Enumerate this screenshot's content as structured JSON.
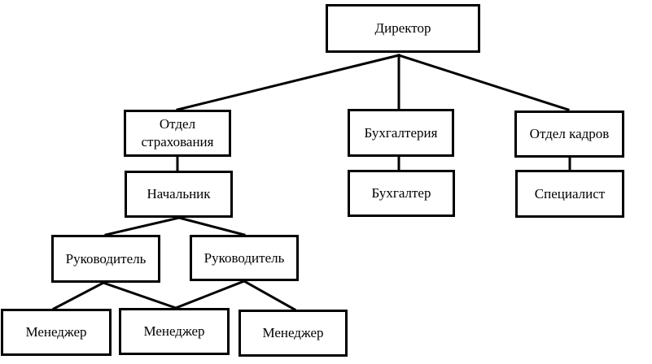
{
  "org_chart": {
    "director": "Директор",
    "insurance_dept": "Отдел\nстрахования",
    "accounting": "Бухгалтерия",
    "hr_dept": "Отдел кадров",
    "chief": "Начальник",
    "accountant": "Бухгалтер",
    "specialist": "Специалист",
    "lead_1": "Руководитель",
    "lead_2": "Руководитель",
    "manager_1": "Менеджер",
    "manager_2": "Менеджер",
    "manager_3": "Менеджер"
  },
  "colors": {
    "stroke": "#000000",
    "background": "#ffffff"
  }
}
